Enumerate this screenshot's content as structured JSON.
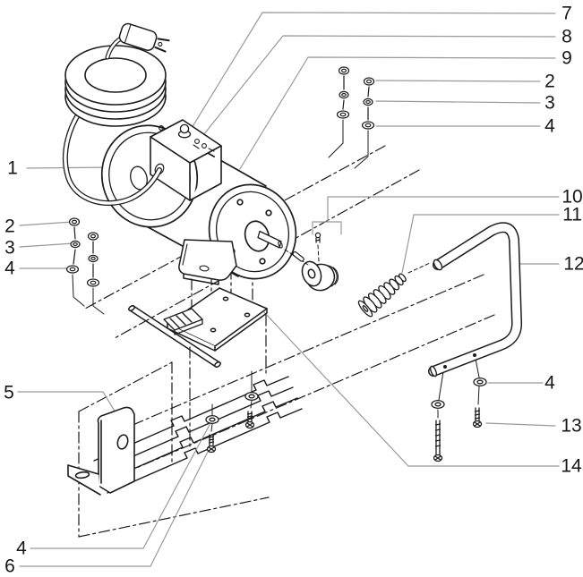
{
  "diagram": {
    "type": "exploded-parts-line-drawing",
    "subject": "electric-motor-assembly-with-cord-handle-and-mounting-hardware",
    "background_color": "#ffffff",
    "line_color": "#1c1c1c",
    "leader_color": "#999999",
    "callouts": {
      "left": [
        {
          "label": "1"
        },
        {
          "label": "2"
        },
        {
          "label": "3"
        },
        {
          "label": "4"
        },
        {
          "label": "5"
        },
        {
          "label": "4"
        },
        {
          "label": "6"
        }
      ],
      "right": [
        {
          "label": "7"
        },
        {
          "label": "8"
        },
        {
          "label": "9"
        },
        {
          "label": "2"
        },
        {
          "label": "3"
        },
        {
          "label": "4"
        },
        {
          "label": "10"
        },
        {
          "label": "11"
        },
        {
          "label": "12"
        },
        {
          "label": "4"
        },
        {
          "label": "13"
        },
        {
          "label": "14"
        }
      ]
    }
  }
}
